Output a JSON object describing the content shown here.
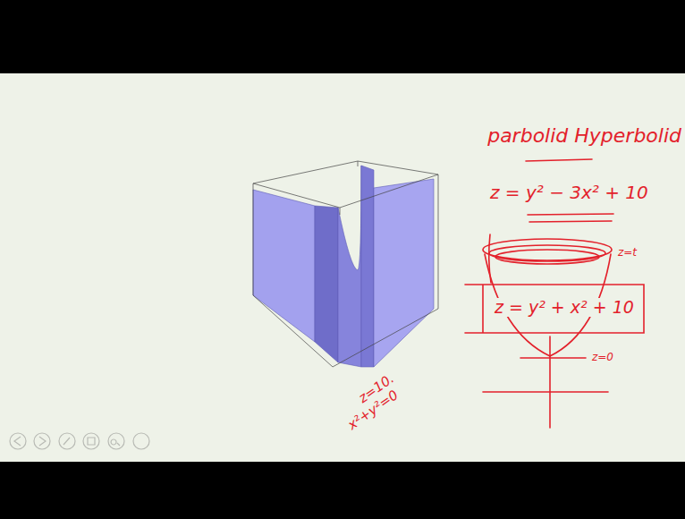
{
  "diagram": {
    "labels": [
      "parbolid Hyperbolid",
      "z = y² − 3x² + 10",
      "z=t",
      "z = y² + x² + 10",
      "z=0",
      "z=10.",
      "x²+y²=0"
    ]
  }
}
